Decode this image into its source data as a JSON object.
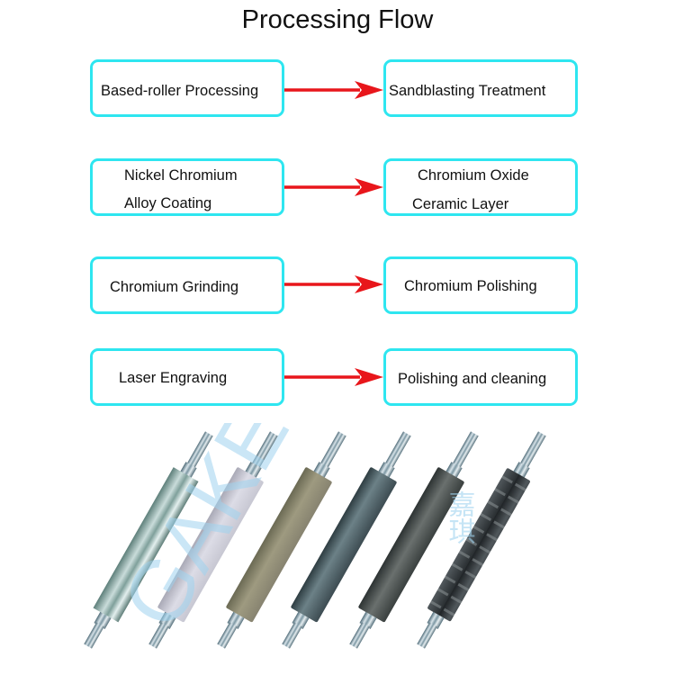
{
  "title": "Processing Flow",
  "colors": {
    "box_border": "#2ee6f0",
    "arrow": "#e8161b",
    "watermark": "#9fd3ef"
  },
  "steps": [
    {
      "left": {
        "lines": [
          "Based-roller Processing"
        ]
      },
      "right": {
        "lines": [
          "Sandblasting Treatment"
        ]
      }
    },
    {
      "left": {
        "lines": [
          "Nickel Chromium",
          "Alloy Coating"
        ]
      },
      "right": {
        "lines": [
          "Chromium Oxide",
          "Ceramic Layer"
        ]
      }
    },
    {
      "left": {
        "lines": [
          "Chromium Grinding"
        ]
      },
      "right": {
        "lines": [
          "Chromium Polishing"
        ]
      }
    },
    {
      "left": {
        "lines": [
          "Laser Engraving"
        ]
      },
      "right": {
        "lines": [
          "Polishing and cleaning"
        ]
      }
    }
  ],
  "rollers": [
    {
      "stage": "base roller",
      "finish": "bare steel"
    },
    {
      "stage": "sandblasted",
      "finish": "light grey"
    },
    {
      "stage": "nickel chromium alloy coated",
      "finish": "olive grey"
    },
    {
      "stage": "chromium oxide ceramic layer",
      "finish": "dark blue-grey"
    },
    {
      "stage": "ground / polished",
      "finish": "dark grey"
    },
    {
      "stage": "laser engraved",
      "finish": "black engraved"
    }
  ],
  "watermark": {
    "text": "GAKEI",
    "cjk": "嘉琪"
  }
}
